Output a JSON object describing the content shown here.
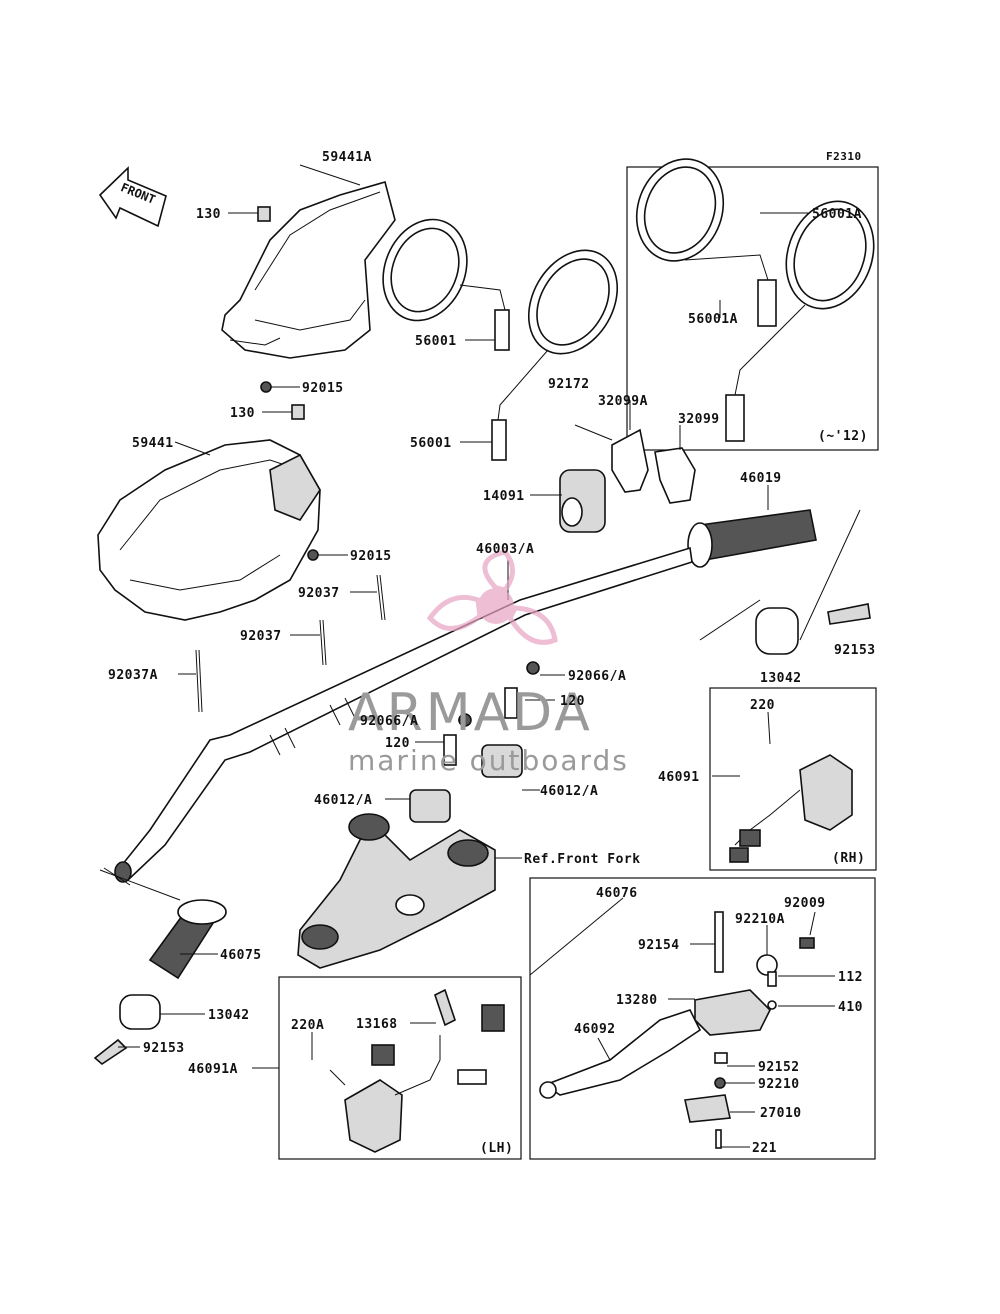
{
  "figure_code": "F2310",
  "front_label": "FRONT",
  "box_notes": {
    "mirror_variant": "(~'12)",
    "rh": "(RH)",
    "lh": "(LH)"
  },
  "reference": "Ref.Front Fork",
  "watermark": {
    "brand": "ARMADA",
    "tagline": "marine outboards"
  },
  "labels": {
    "p59441A": "59441A",
    "p130a": "130",
    "p92015a": "92015",
    "p130b": "130",
    "p59441": "59441",
    "p92015b": "92015",
    "p56001a": "56001",
    "p56001b": "56001",
    "p56001A_1": "56001A",
    "p56001A_2": "56001A",
    "p92172": "92172",
    "p32099A": "32099A",
    "p32099": "32099",
    "p14091": "14091",
    "p46019": "46019",
    "p46003": "46003/A",
    "p92037a": "92037",
    "p92037b": "92037",
    "p92037A": "92037A",
    "p92153a": "92153",
    "p13042a": "13042",
    "p92066a": "92066/A",
    "p120a": "120",
    "p92066b": "92066/A",
    "p120b": "120",
    "p46012a": "46012/A",
    "p46012b": "46012/A",
    "p220": "220",
    "p46091": "46091",
    "p46075": "46075",
    "p13042b": "13042",
    "p92153b": "92153",
    "p46076": "46076",
    "p92009": "92009",
    "p92210A": "92210A",
    "p92154": "92154",
    "p112": "112",
    "p410": "410",
    "p13280": "13280",
    "p46092": "46092",
    "p92152": "92152",
    "p92210": "92210",
    "p27010": "27010",
    "p221": "221",
    "p220A": "220A",
    "p13168": "13168",
    "p46091A": "46091A"
  }
}
